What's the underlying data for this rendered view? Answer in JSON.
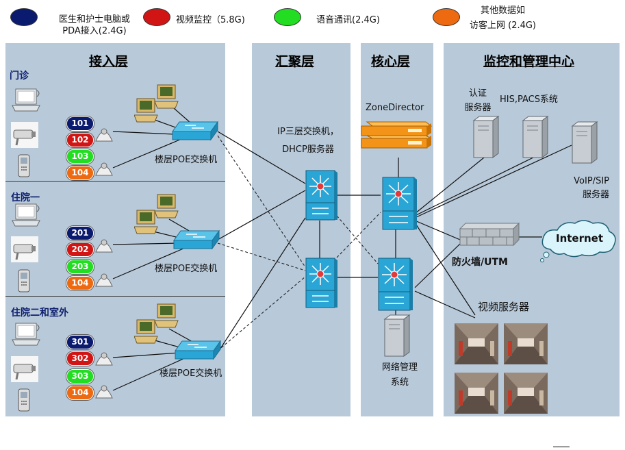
{
  "legend": [
    {
      "text": "医生和护士电脑或\nPDA接入(2.4G)",
      "color": "#0a1a6e"
    },
    {
      "text": "视频监控（5.8G)",
      "color": "#d11515"
    },
    {
      "text": "语音通讯(2.4G)",
      "color": "#22dd22"
    },
    {
      "text": "其他数据如\n访客上网 (2.4G)",
      "color": "#ee6a10"
    }
  ],
  "layers": {
    "access": "接入层",
    "aggregation": "汇聚层",
    "core": "核心层",
    "center": "监控和管理中心"
  },
  "zones": [
    {
      "title": "门诊",
      "switch_label": "楼层POE交换机",
      "codes": [
        "101",
        "102",
        "103",
        "104"
      ]
    },
    {
      "title": "住院一",
      "switch_label": "楼层POE交换机",
      "codes": [
        "201",
        "202",
        "203",
        "104"
      ]
    },
    {
      "title": "住院二和室外",
      "switch_label": "楼层POE交换机",
      "codes": [
        "301",
        "302",
        "303",
        "104"
      ]
    }
  ],
  "aggregation_label": "IP三层交换机，\nDHCP服务器",
  "core": {
    "zone_director": "ZoneDirector",
    "nms": "网络管理\n系统"
  },
  "center": {
    "auth_server": "认证\n服务器",
    "his_pacs": "HIS,PACS系统",
    "voip": "VoIP/SIP\n服务器",
    "internet": "Internet",
    "firewall": "防火墙/UTM",
    "video_server": "视频服务器"
  },
  "colors": {
    "panel": "#b8c9d9",
    "navy": "#0a1a6e",
    "red": "#d11515",
    "green": "#22dd22",
    "orange": "#ee6a10",
    "switch_blue": "#2aa6d6"
  }
}
